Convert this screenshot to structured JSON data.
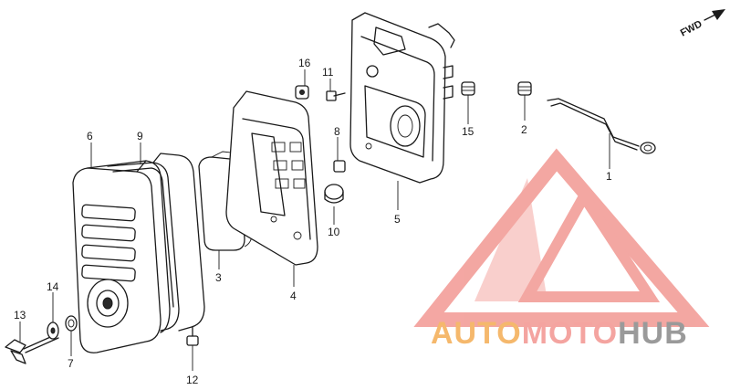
{
  "diagram": {
    "direction_label": "FWD",
    "callouts": [
      {
        "id": "c1",
        "label": "1"
      },
      {
        "id": "c2",
        "label": "2"
      },
      {
        "id": "c3",
        "label": "3"
      },
      {
        "id": "c4",
        "label": "4"
      },
      {
        "id": "c5",
        "label": "5"
      },
      {
        "id": "c6",
        "label": "6"
      },
      {
        "id": "c7",
        "label": "7"
      },
      {
        "id": "c8",
        "label": "8"
      },
      {
        "id": "c9",
        "label": "9"
      },
      {
        "id": "c10",
        "label": "10"
      },
      {
        "id": "c11",
        "label": "11"
      },
      {
        "id": "c12",
        "label": "12"
      },
      {
        "id": "c13",
        "label": "13"
      },
      {
        "id": "c14",
        "label": "14"
      },
      {
        "id": "c15",
        "label": "15"
      },
      {
        "id": "c16",
        "label": "16"
      }
    ]
  },
  "watermark": {
    "part1": "AUTO",
    "part2": "MOTO",
    "part3": "HUB",
    "colors": {
      "auto": "#f5b86c",
      "moto": "#f4a4a0",
      "hub": "#9a9a9a",
      "logo": "#f08a84"
    }
  }
}
